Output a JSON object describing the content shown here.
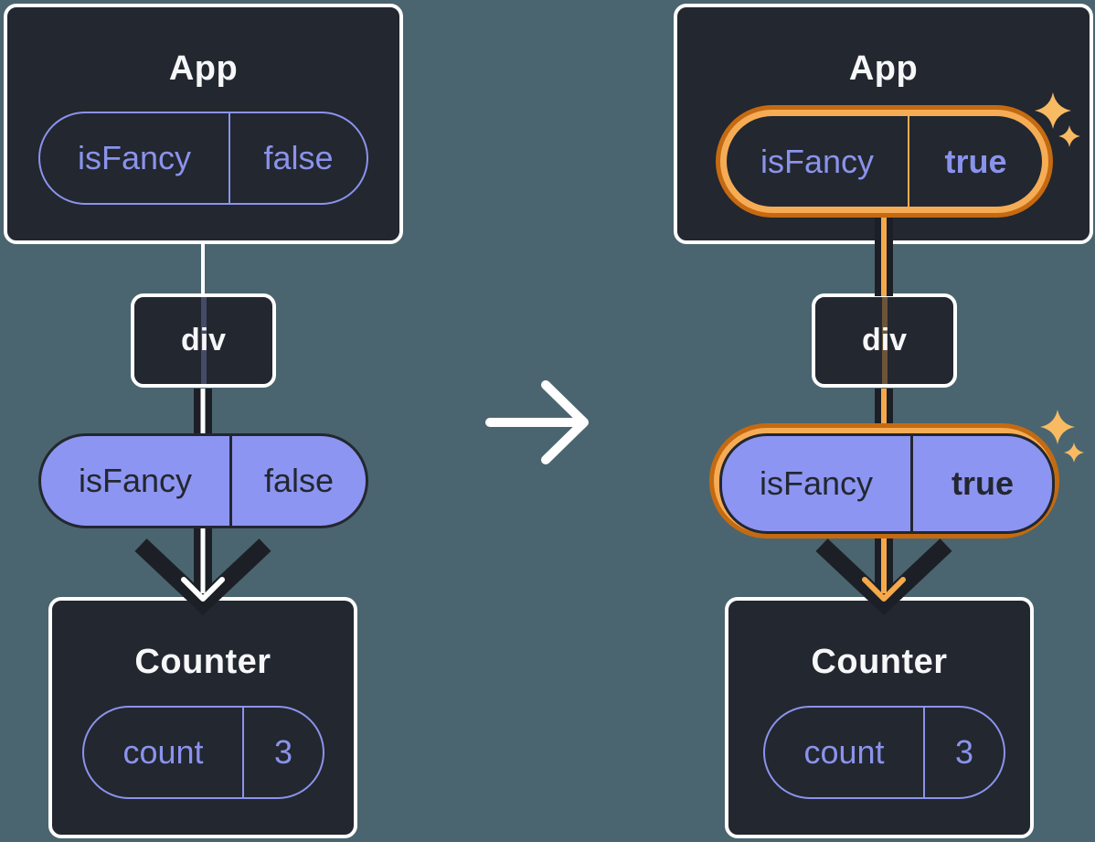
{
  "diagram_title": "state-reset-on-isFancy-change",
  "panels": [
    {
      "side": "left",
      "highlighted": false,
      "app": {
        "title": "App",
        "prop_pill": {
          "name": "isFancy",
          "value": "false"
        }
      },
      "div_node": {
        "label": "div"
      },
      "state_pill": {
        "name": "isFancy",
        "value": "false"
      },
      "counter": {
        "title": "Counter",
        "state_pill": {
          "name": "count",
          "value": "3"
        }
      }
    },
    {
      "side": "right",
      "highlighted": true,
      "app": {
        "title": "App",
        "prop_pill": {
          "name": "isFancy",
          "value": "true"
        }
      },
      "div_node": {
        "label": "div"
      },
      "state_pill": {
        "name": "isFancy",
        "value": "true"
      },
      "counter": {
        "title": "Counter",
        "state_pill": {
          "name": "count",
          "value": "3"
        }
      }
    }
  ],
  "icons": {
    "transition": "arrow-right-icon",
    "highlight": "sparkle-icon",
    "flow": "arrow-down-icon"
  },
  "colors": {
    "background": "#4A656F",
    "surface": "#23272F",
    "box_border": "#FFFFFF",
    "purple_stroke": "#8A93EC",
    "purple_fill": "#8D95F2",
    "dark_text": "#23272F",
    "arrow_dark": "#1C2026",
    "accent_white": "#FFFFFF",
    "accent_orange": "#F6A94B",
    "ring_orange_light": "#F5AC55",
    "ring_orange_dark": "#C56A11",
    "sparkle": "#F8BB63"
  }
}
